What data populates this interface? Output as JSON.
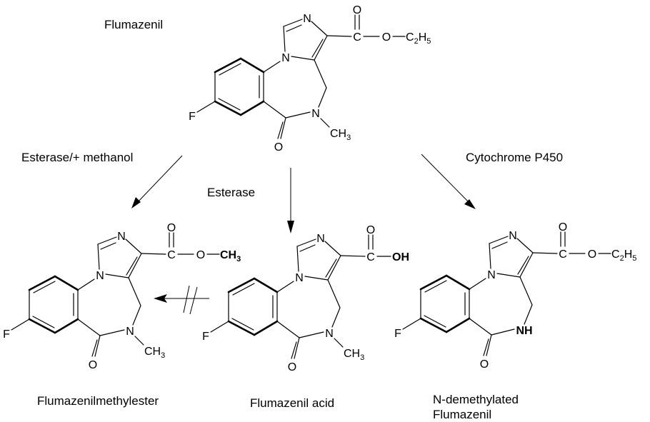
{
  "title": "Flumazenil",
  "reactions": {
    "left": {
      "label": "Esterase/+ methanol"
    },
    "middle": {
      "label": "Esterase"
    },
    "right": {
      "label": "Cytochrome P450"
    },
    "blocked": {
      "description": "no conversion (crossed arrow) from Flumazenil acid to Flumazenilmethylester"
    }
  },
  "molecules": [
    {
      "id": "flumazenil",
      "name": "Flumazenil",
      "ester_group": {
        "atoms": [
          "C",
          "O",
          "O"
        ],
        "terminal": "C2H5",
        "terminal_main": "C",
        "terminal_sub1": "2",
        "terminal_main2": "H",
        "terminal_sub2": "5",
        "terminal_bold": false
      },
      "n5_substituent": "CH3",
      "n5_label": "N",
      "halogen": "F",
      "carbonyl_o": "O",
      "ring_n1": "N",
      "ring_n2": "N"
    },
    {
      "id": "methylester",
      "name": "Flumazenilmethylester",
      "ester_group": {
        "terminal": "CH3",
        "terminal_bold": true
      },
      "n5_substituent": "CH3",
      "n5_label": "N",
      "halogen": "F",
      "carbonyl_o": "O",
      "ring_n1": "N",
      "ring_n2": "N"
    },
    {
      "id": "acid",
      "name": "Flumazenil acid",
      "ester_group": {
        "terminal": "OH",
        "terminal_bold": true
      },
      "n5_substituent": "CH3",
      "n5_label": "N",
      "halogen": "F",
      "carbonyl_o": "O",
      "ring_n1": "N",
      "ring_n2": "N"
    },
    {
      "id": "n-demethylated",
      "name": "N-demethylated Flumazenil",
      "name_line1": "N-demethylated",
      "name_line2": "Flumazenil",
      "ester_group": {
        "terminal": "C2H5",
        "terminal_bold": false
      },
      "n5_substituent": "",
      "n5_label": "NH",
      "halogen": "F",
      "carbonyl_o": "O",
      "ring_n1": "N",
      "ring_n2": "N"
    }
  ],
  "labels": {
    "methylester": "Flumazenilmethylester",
    "acid": "Flumazenil acid",
    "demethylated_line1": "N-demethylated",
    "demethylated_line2": "Flumazenil"
  },
  "atoms": {
    "C": "C",
    "O": "O",
    "N": "N",
    "F": "F",
    "H": "H",
    "CH3_main": "CH",
    "CH3_sub": "3",
    "C2H5_c": "C",
    "C2H5_2": "2",
    "C2H5_h": "H",
    "C2H5_5": "5",
    "OH": "OH",
    "NH": "NH"
  }
}
